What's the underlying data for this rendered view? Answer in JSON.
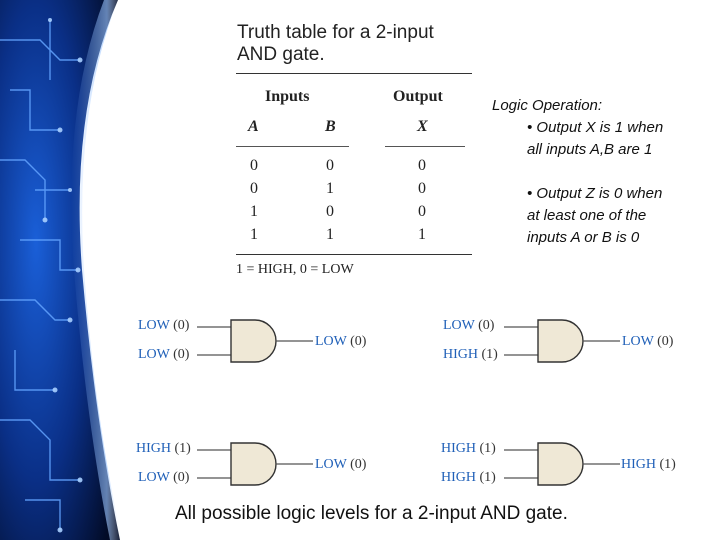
{
  "slide": {
    "title": "Truth table for a 2-input AND gate.",
    "truth_table": {
      "group_headers": [
        "Inputs",
        "Output"
      ],
      "columns": [
        "A",
        "B",
        "X"
      ],
      "rows": [
        [
          "0",
          "0",
          "0"
        ],
        [
          "0",
          "1",
          "0"
        ],
        [
          "1",
          "0",
          "0"
        ],
        [
          "1",
          "1",
          "1"
        ]
      ],
      "legend": "1 = HIGH, 0 = LOW"
    },
    "logic_operation": {
      "heading": "Logic Operation:",
      "bullet1": [
        "• Output X is 1 when",
        "all inputs A,B are 1"
      ],
      "bullet2": [
        "• Output Z is 0 when",
        "at least one of the",
        "inputs   A or B is 0"
      ]
    },
    "gates": [
      {
        "in1": {
          "level": "LOW",
          "num": "(0)"
        },
        "in2": {
          "level": "LOW",
          "num": "(0)"
        },
        "out": {
          "level": "LOW",
          "num": "(0)"
        }
      },
      {
        "in1": {
          "level": "LOW",
          "num": "(0)"
        },
        "in2": {
          "level": "HIGH",
          "num": "(1)"
        },
        "out": {
          "level": "LOW",
          "num": "(0)"
        }
      },
      {
        "in1": {
          "level": "HIGH",
          "num": "(1)"
        },
        "in2": {
          "level": "LOW",
          "num": "(0)"
        },
        "out": {
          "level": "LOW",
          "num": "(0)"
        }
      },
      {
        "in1": {
          "level": "HIGH",
          "num": "(1)"
        },
        "in2": {
          "level": "HIGH",
          "num": "(1)"
        },
        "out": {
          "level": "HIGH",
          "num": "(1)"
        }
      }
    ],
    "caption": "All possible logic levels for a 2-input AND gate.",
    "colors": {
      "level_text": "#2060b8",
      "gate_fill": "#efe8d6",
      "background_dark": "#04143a",
      "circuit_glow": "#3f8fff"
    }
  }
}
